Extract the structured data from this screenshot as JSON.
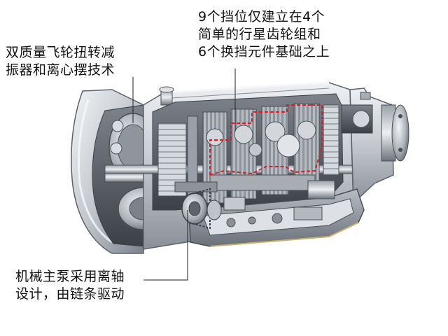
{
  "callouts": {
    "damper": {
      "lines": [
        "双质量飞轮扭转减",
        "振器和离心摆技术"
      ]
    },
    "gearsets": {
      "lines": [
        "9个挡位仅建立在4个",
        "简单的行星齿轮组和",
        "6个换挡元件基础之上"
      ]
    },
    "pump": {
      "lines": [
        "机械主泵采用离轴",
        "设计，由链条驱动"
      ]
    }
  },
  "colors": {
    "background": "#ffffff",
    "text": "#111111",
    "leader_line": "#222222",
    "power_path": "#d0202a",
    "housing_light": "#dfe2e6",
    "housing_mid": "#b4b9c0",
    "housing_dark": "#6d737b",
    "metal_shadow": "#3c4047"
  }
}
